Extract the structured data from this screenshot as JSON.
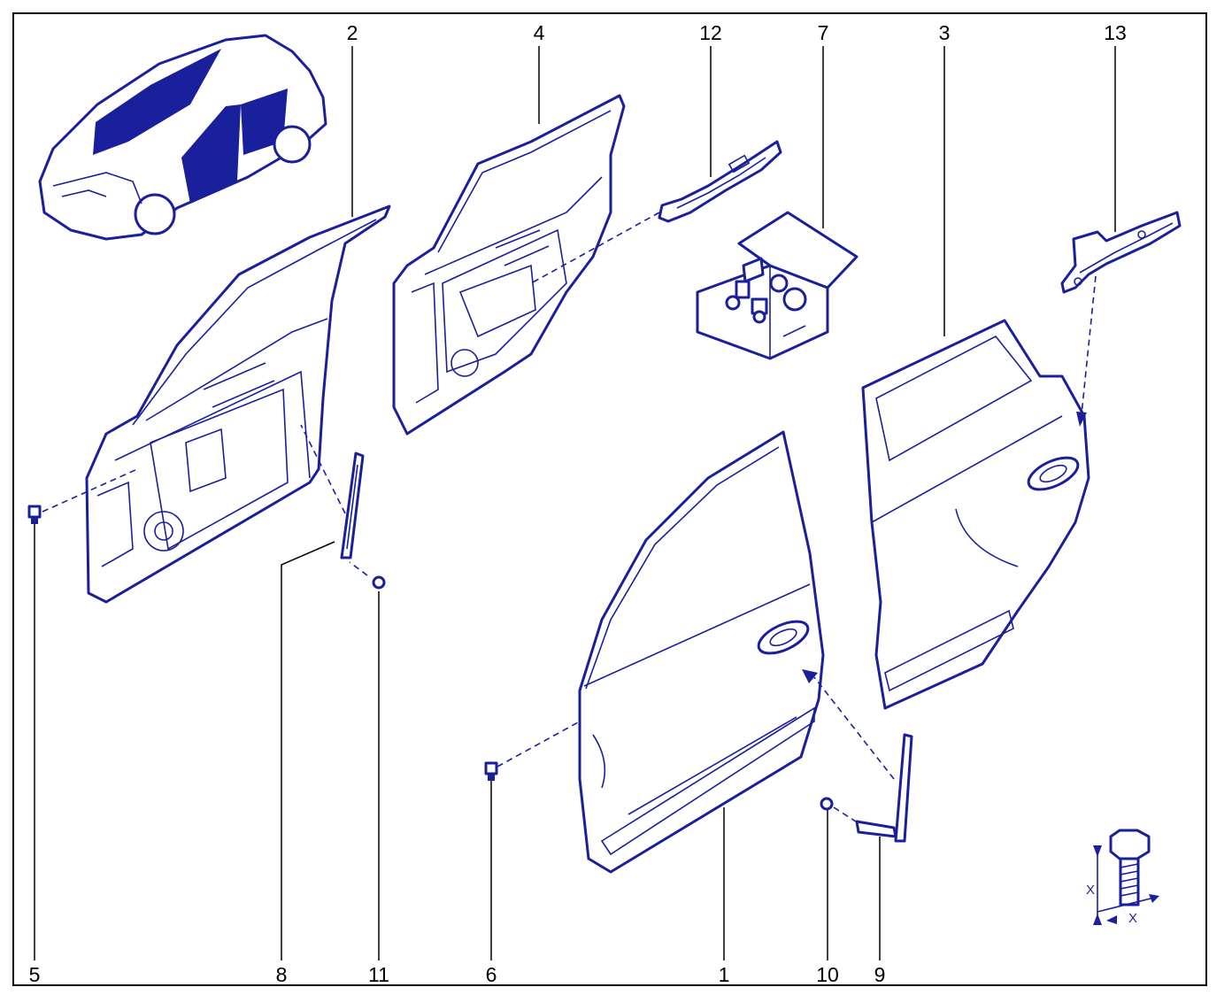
{
  "diagram": {
    "colors": {
      "line": "#1a1f9c",
      "frame": "#000000",
      "background": "#ffffff"
    },
    "inset_icons": [
      "car-overview-icon",
      "bolt-dimension-icon"
    ],
    "callouts": [
      {
        "id": "c1",
        "label": "1",
        "part": "front-door-outer-panel"
      },
      {
        "id": "c2",
        "label": "2",
        "part": "front-door-inner-frame"
      },
      {
        "id": "c3",
        "label": "3",
        "part": "rear-door-outer-panel"
      },
      {
        "id": "c4",
        "label": "4",
        "part": "rear-door-inner-frame"
      },
      {
        "id": "c5",
        "label": "5",
        "part": "bolt"
      },
      {
        "id": "c6",
        "label": "6",
        "part": "bolt"
      },
      {
        "id": "c7",
        "label": "7",
        "part": "fastener-kit-box"
      },
      {
        "id": "c8",
        "label": "8",
        "part": "trim-strip"
      },
      {
        "id": "c9",
        "label": "9",
        "part": "trim-strip"
      },
      {
        "id": "c10",
        "label": "10",
        "part": "clip"
      },
      {
        "id": "c11",
        "label": "11",
        "part": "clip"
      },
      {
        "id": "c12",
        "label": "12",
        "part": "bracket"
      },
      {
        "id": "c13",
        "label": "13",
        "part": "bracket"
      }
    ],
    "bolt_dimension_label": "X"
  }
}
